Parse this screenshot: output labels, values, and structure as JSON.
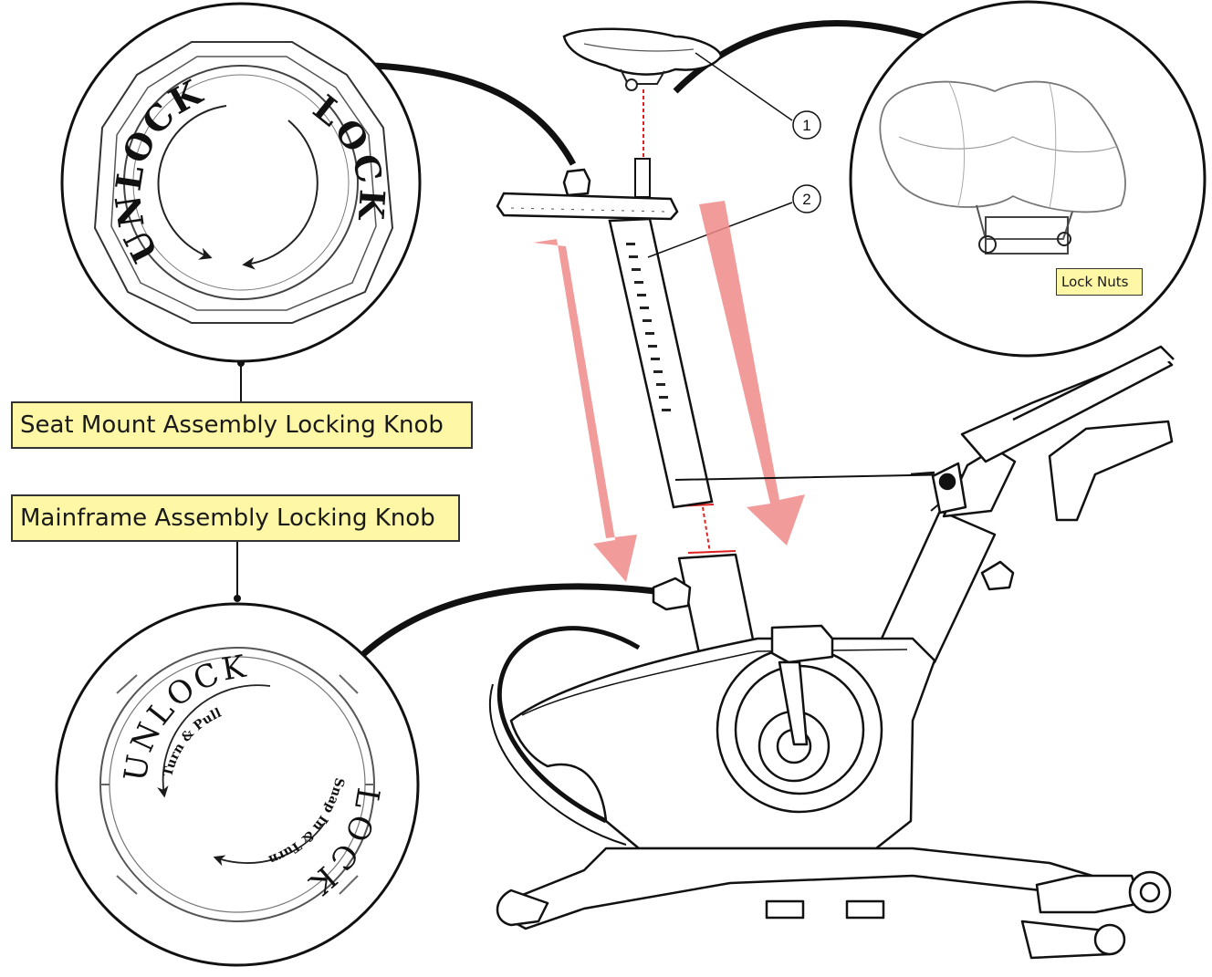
{
  "labels": {
    "seat_knob": "Seat Mount Assembly Locking Knob",
    "main_knob": "Mainframe Assembly Locking Knob",
    "lock_nuts": "Lock Nuts"
  },
  "callouts": {
    "part_1": "1",
    "part_2": "2"
  },
  "seat_knob_detail": {
    "unlock_text": "UNLOCK",
    "lock_text": "LOCK"
  },
  "main_knob_detail": {
    "unlock_text": "UNLOCK",
    "unlock_instruction": "Turn & Pull",
    "lock_text": "LOCK",
    "lock_instruction": "Snap In & Turn"
  },
  "colors": {
    "label_fill": "#fdf7a6",
    "arrow_fill": "#f08a8a",
    "guide_line": "#e02020"
  }
}
